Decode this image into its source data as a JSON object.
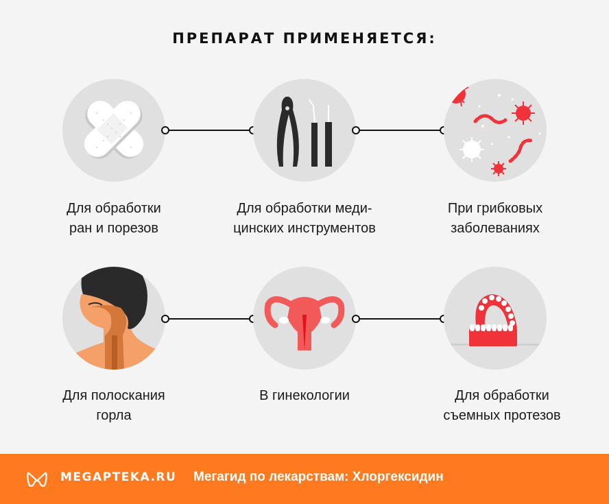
{
  "header": {
    "title": "ПРЕПАРАТ ПРИМЕНЯЕТСЯ:"
  },
  "items": [
    {
      "icon": "bandage-icon",
      "line1": "Для обработки",
      "line2": "ран и порезов"
    },
    {
      "icon": "medical-instruments-icon",
      "line1": "Для обработки меди-",
      "line2": "цинских инструментов"
    },
    {
      "icon": "fungus-microbes-icon",
      "line1": "При грибковых",
      "line2": "заболеваниях"
    },
    {
      "icon": "throat-anatomy-icon",
      "line1": "Для полоскания",
      "line2": "горла"
    },
    {
      "icon": "uterus-icon",
      "line1": "В гинекологии",
      "line2": ""
    },
    {
      "icon": "dentures-icon",
      "line1": "Для обработки",
      "line2": "съемных протезов"
    }
  ],
  "footer": {
    "brand": "MEGAPTEKA.RU",
    "tagline": "Мегагид по лекарствам: Хлоргексидин",
    "background_color": "#ff7a1f"
  },
  "colors": {
    "background": "#f4f4f4",
    "circle": "#e0e0e0",
    "accent_red": "#f0323a",
    "text": "#1a1a1a"
  }
}
